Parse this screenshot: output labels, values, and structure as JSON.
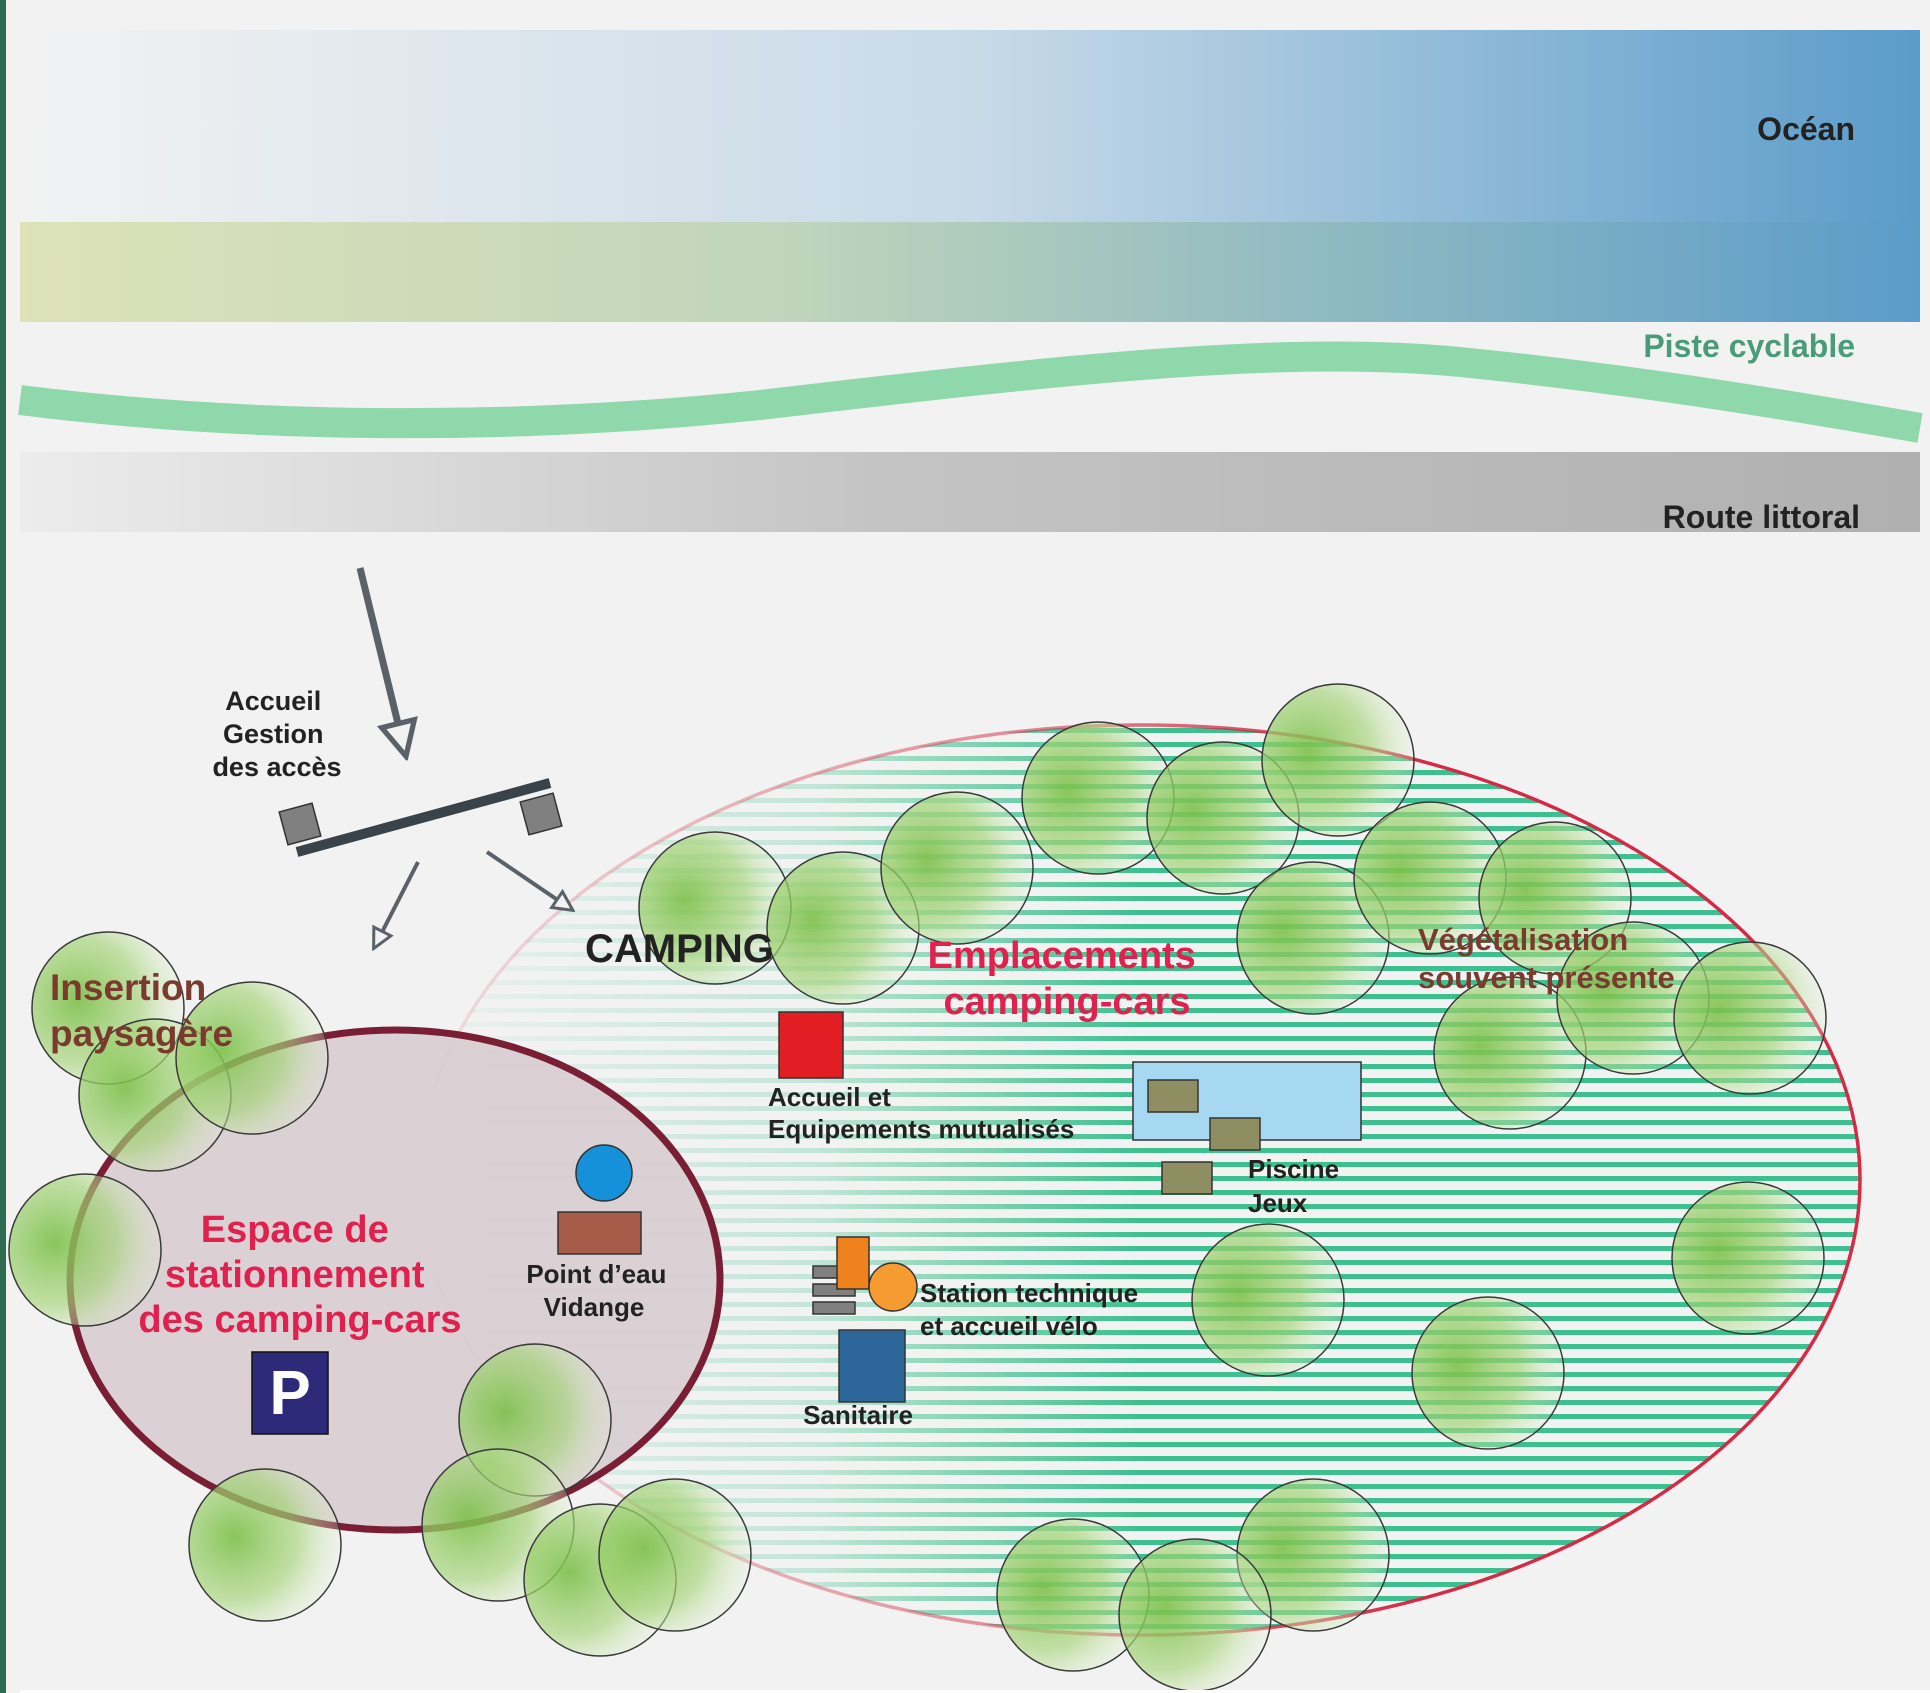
{
  "labels": {
    "ocean": "Océan",
    "bike_path": "Piste cyclable",
    "coastal_road": "Route littoral",
    "reception_line1": "Accueil",
    "reception_line2": "Gestion",
    "reception_line3": "des accès",
    "camping": "CAMPING",
    "pitches_line1": "Emplacements",
    "pitches_line2": "camping-cars",
    "vegetation_line1": "Végétalisation",
    "vegetation_line2": "souvent présente",
    "landscape_line1": "Insertion",
    "landscape_line2": "paysagère",
    "shared_line1": "Accueil et",
    "shared_line2": "Equipements mutualisés",
    "pool_line1": "Piscine",
    "pool_line2": "Jeux",
    "parking_line1": "Espace de",
    "parking_line2": "stationnement",
    "parking_line3": "des camping-cars",
    "parking_sign": "P",
    "water_line1": "Point d’eau",
    "water_line2": "Vidange",
    "technical_line1": "Station technique",
    "technical_line2": "et accueil vélo",
    "sanitary": "Sanitaire"
  },
  "colors": {
    "ocean_light": "#f2f2f2",
    "ocean_dark": "#5b9cc9",
    "dune_light": "#dde2b8",
    "bike_path": "#8fd8ac",
    "road_light": "#e8e8e8",
    "road_dark": "#b0b0b0",
    "camping_outline": "#d42a45",
    "camping_stripes": "#3dbf8f",
    "parking_fill": "#d9cdd1",
    "parking_outline": "#7a1e35",
    "tree": "#8ec95a",
    "text_dark": "#222222",
    "text_red": "#e0204d",
    "text_brown": "#7a3b2e",
    "text_teal": "#4a9a7c",
    "parking_sign_bg": "#2d2a7a",
    "reception_red": "#e31d24",
    "pool_blue": "#a7d8f2",
    "game_olive": "#8f8e62",
    "water_blue": "#1591d9",
    "drain_brown": "#a65c48",
    "technical_orange": "#f0821e",
    "bike_orange": "#f59c31",
    "sanitary_blue": "#2d6699",
    "gate_grey": "#808080",
    "barrier": "#3a424a"
  },
  "icons": {
    "arrows": "hollow-arrowhead-icon",
    "parking": "parking-sign-icon",
    "trees": "tree-canopy-icon"
  }
}
